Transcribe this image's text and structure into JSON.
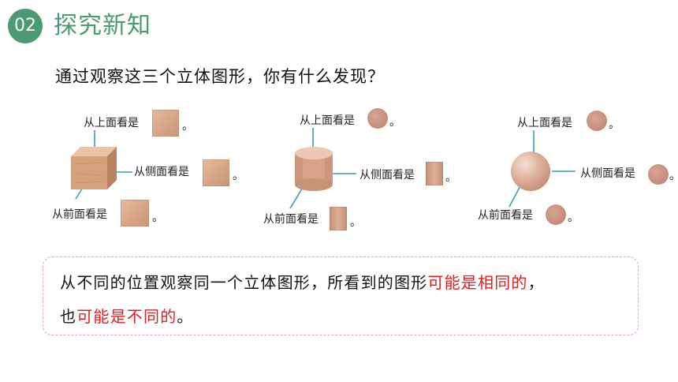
{
  "header": {
    "section_number": "02",
    "section_title": "探究新知",
    "accent_color": "#4a9a72"
  },
  "question": "通过观察这三个立体图形，你有什么发现？",
  "shapes": [
    {
      "name": "cube",
      "top_label": "从上面看是",
      "side_label": "从侧面看是",
      "front_label": "从前面看是",
      "top_view": "square",
      "side_view": "square",
      "front_view": "square",
      "period": "。"
    },
    {
      "name": "cylinder",
      "top_label": "从上面看是",
      "side_label": "从侧面看是",
      "front_label": "从前面看是",
      "top_view": "circle",
      "side_view": "rectangle",
      "front_view": "rectangle",
      "period": "。"
    },
    {
      "name": "sphere",
      "top_label": "从上面看是",
      "side_label": "从侧面看是",
      "front_label": "从前面看是",
      "top_view": "circle",
      "side_view": "circle",
      "front_view": "circle",
      "period": "。"
    }
  ],
  "conclusion": {
    "line1_normal": "从不同的位置观察同一个立体图形，所看到的图形",
    "line1_red": "可能是相同的",
    "line1_end": "，",
    "line2_start": "也",
    "line2_red": "可能是不同的",
    "line2_end": "。",
    "highlight_color": "#e02020",
    "border_color": "#f0a0b8"
  }
}
